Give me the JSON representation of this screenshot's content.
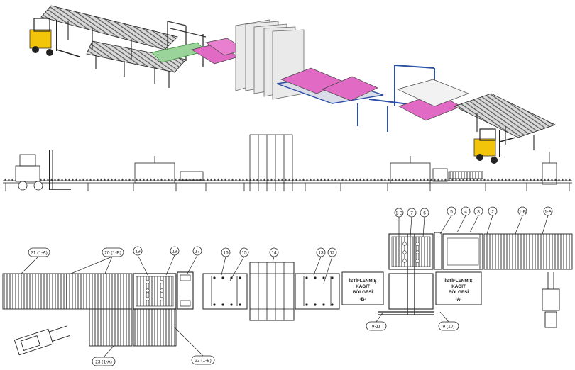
{
  "callouts": {
    "c21": "21 (1-A)",
    "c20": "20 (1-B)",
    "c19": "19",
    "c18": "18",
    "c17": "17",
    "c16": "16",
    "c15": "15",
    "c14": "14",
    "c13": "13",
    "c12": "12",
    "c1b_top": "1-B",
    "c7": "7",
    "c6": "6",
    "c5": "5",
    "c4": "4",
    "c3": "3",
    "c2": "2",
    "c1b_right": "1-B",
    "c1a": "1-A",
    "c9_11": "9-11",
    "c9_10": "9 (10)",
    "c23": "23 (1-A)",
    "c22": "22 (1-B)"
  },
  "zones": {
    "zone_b": {
      "line1": "İSTİFLENMİŞ",
      "line2": "KAĞIT",
      "line3": "BÖLGESİ",
      "line4": "-B-"
    },
    "zone_a": {
      "line1": "İSTİFLENMİŞ",
      "line2": "KAĞIT",
      "line3": "BÖLGESİ",
      "line4": "-A-"
    }
  },
  "colors": {
    "line": "#1a1a1a",
    "frame_gray": "#8a8a8a",
    "dark_gray": "#555555",
    "pink": "#e06ac4",
    "blue": "#2d4fa8",
    "forklift_yellow": "#f2c40a",
    "green": "#3c8a3c"
  }
}
